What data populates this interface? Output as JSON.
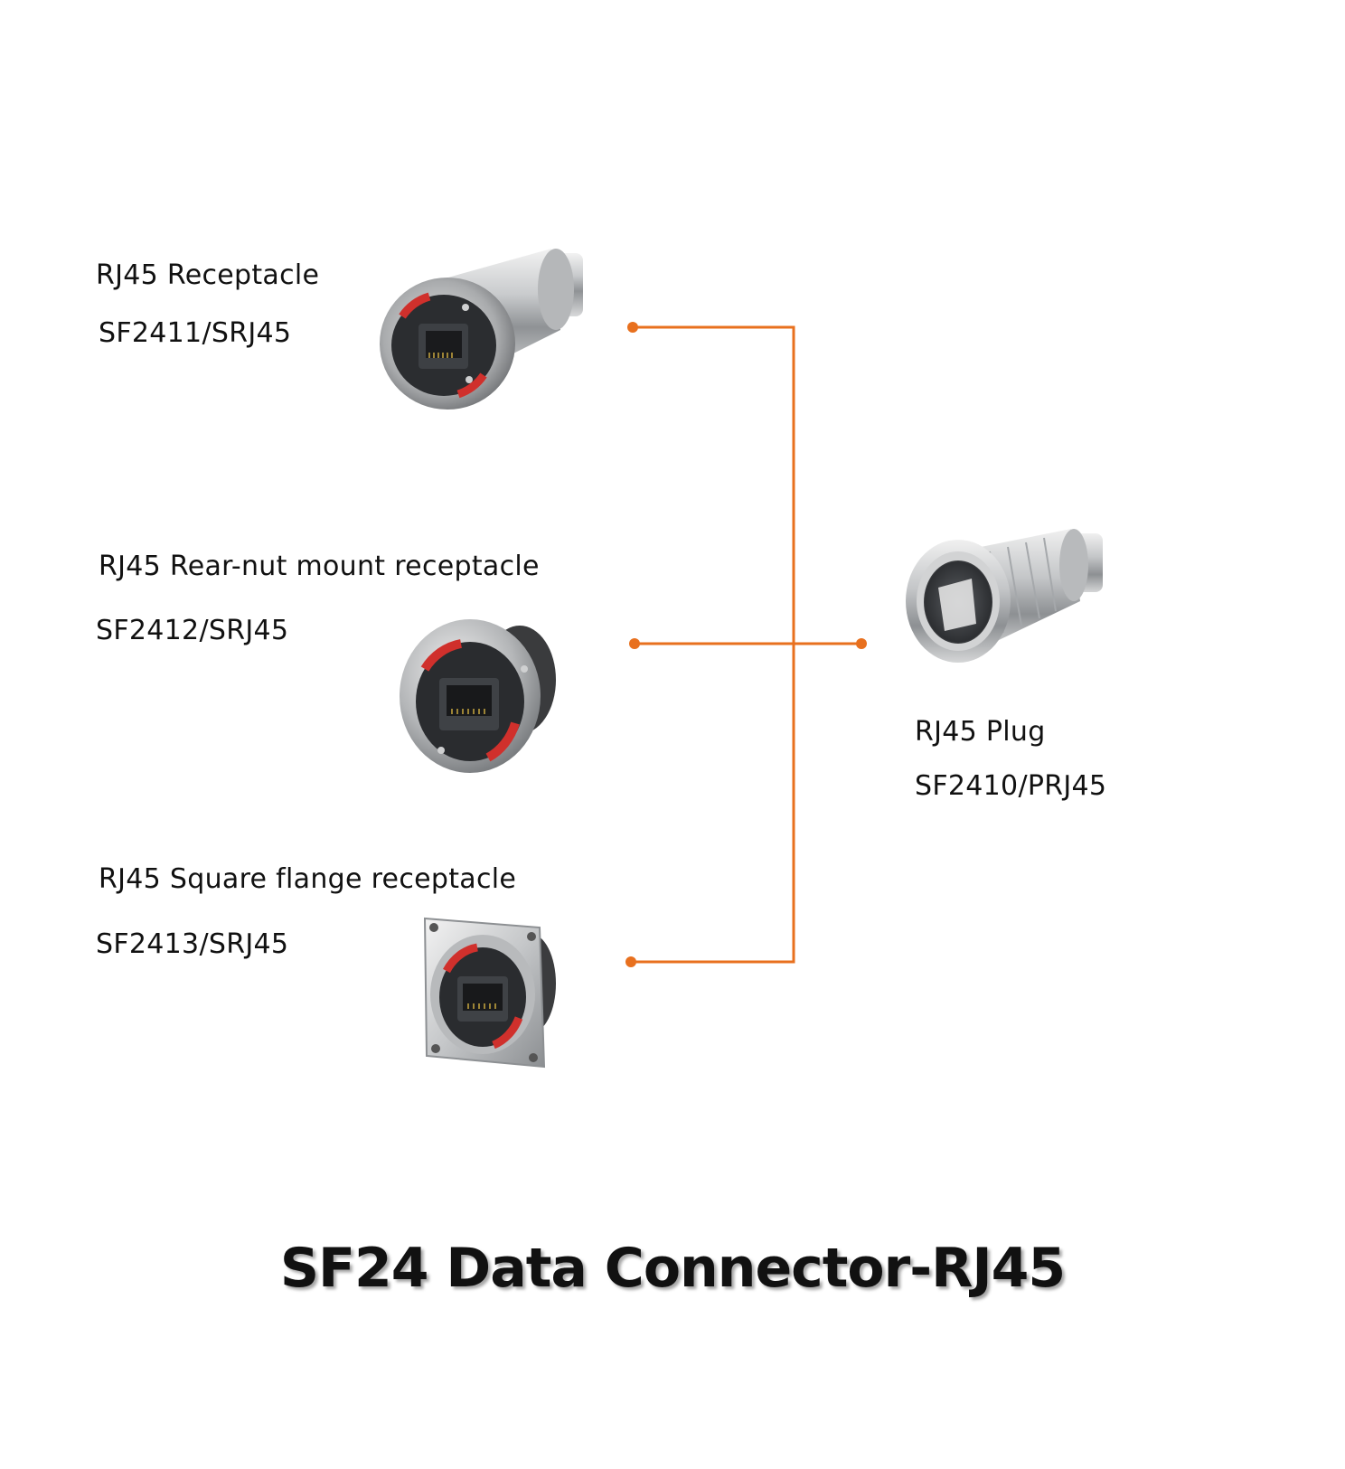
{
  "title": "SF24 Data Connector-RJ45",
  "accent_color": "#E8701E",
  "products": [
    {
      "name": "RJ45 Receptacle",
      "code": "SF2411/SRJ45",
      "icon": "rj45-receptacle-icon"
    },
    {
      "name": "RJ45 Rear-nut mount receptacle",
      "code": "SF2412/SRJ45",
      "icon": "rj45-rear-nut-receptacle-icon"
    },
    {
      "name": "RJ45 Square flange receptacle",
      "code": "SF2413/SRJ45",
      "icon": "rj45-square-flange-receptacle-icon"
    },
    {
      "name": "RJ45 Plug",
      "code": "SF2410/PRJ45",
      "icon": "rj45-plug-icon"
    }
  ]
}
